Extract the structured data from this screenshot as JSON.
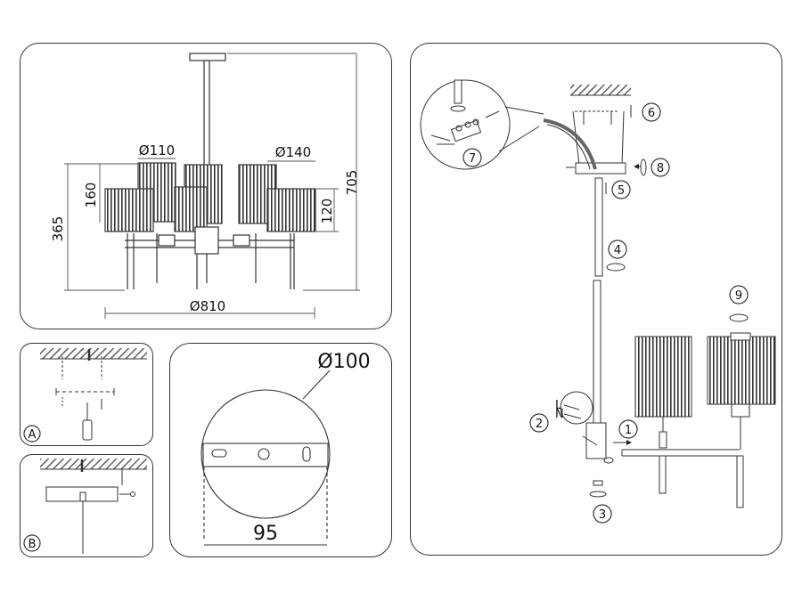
{
  "dimensions": {
    "overall_diameter": "Ø810",
    "overall_height": "705",
    "body_height": "365",
    "small_shade_height": "160",
    "large_shade_height": "120",
    "small_shade_diameter": "Ø110",
    "large_shade_diameter": "Ø140",
    "canopy_diameter": "Ø100",
    "mounting_plate_width": "95"
  },
  "step_letters": [
    "A",
    "B"
  ],
  "assembly_steps": [
    "1",
    "2",
    "3",
    "4",
    "5",
    "6",
    "7",
    "8",
    "9"
  ],
  "wire_labels": [
    "L",
    "N"
  ]
}
